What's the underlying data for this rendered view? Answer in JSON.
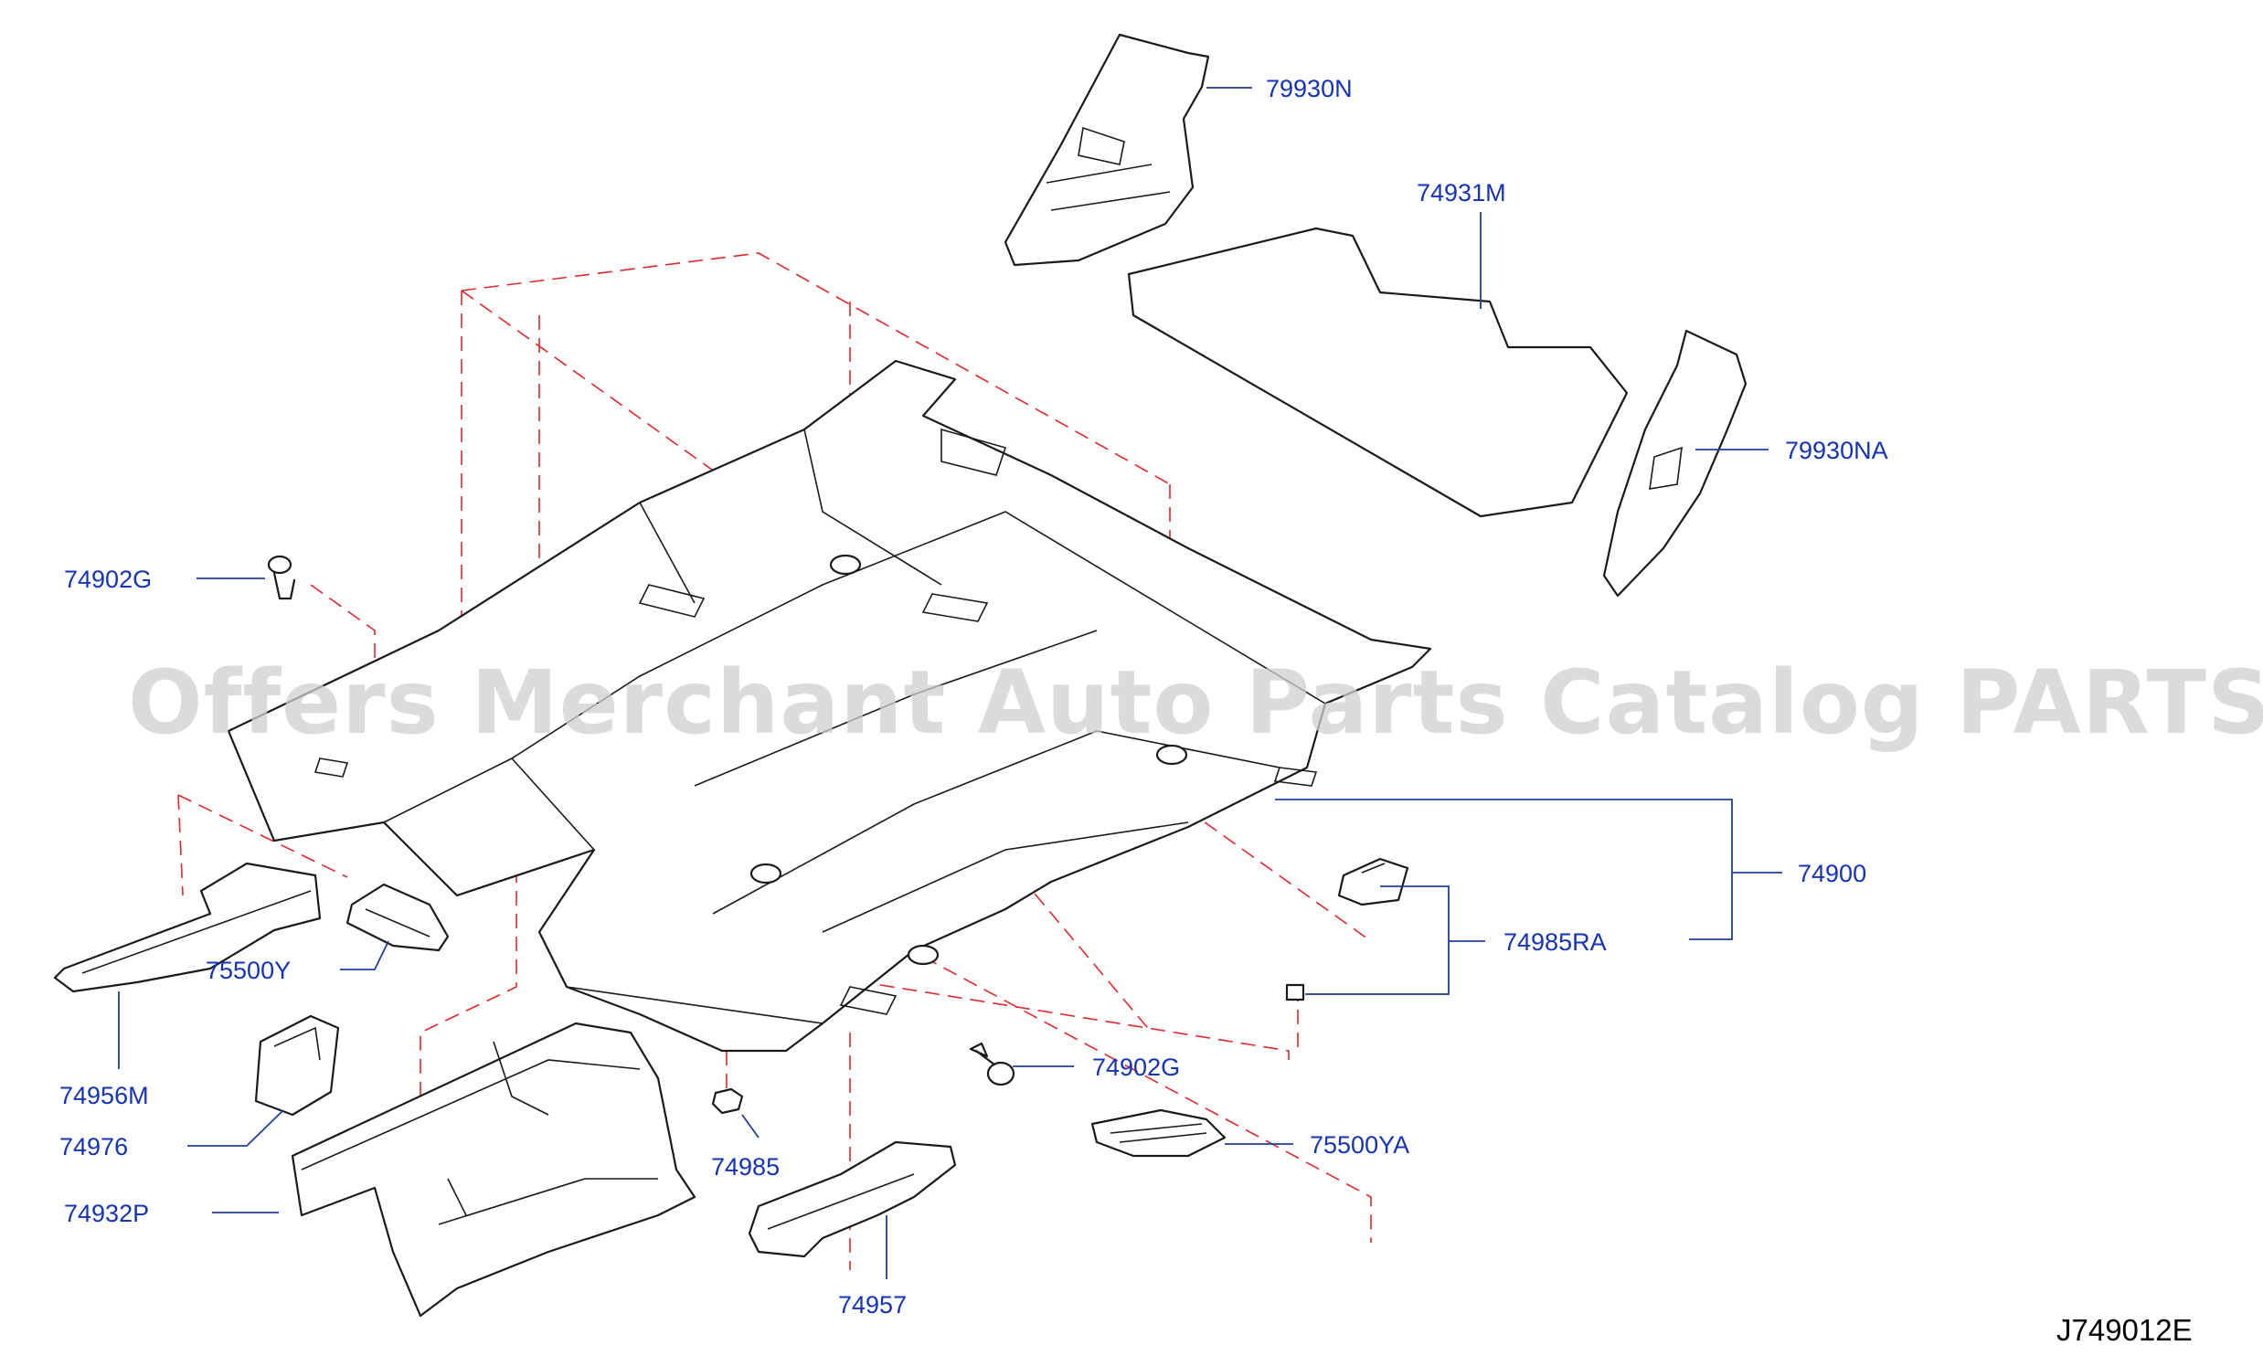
{
  "watermark": "Offers Merchant Auto Parts Catalog PARTSTORE.SA",
  "diagram_code": "J749012E",
  "colors": {
    "label": "#1533b8",
    "leader": "#1f3f99",
    "dashed_guides": "#e0282c",
    "outline": "#1a1a1a"
  },
  "labels": {
    "p79930N": "79930N",
    "p74931M": "74931M",
    "p79930NA": "79930NA",
    "p74902G_left": "74902G",
    "p74900": "74900",
    "p74985RA": "74985RA",
    "p75500Y": "75500Y",
    "p74956M": "74956M",
    "p74976": "74976",
    "p74932P": "74932P",
    "p74902G_bottom": "74902G",
    "p74985": "74985",
    "p75500YA": "75500YA",
    "p74957": "74957"
  }
}
